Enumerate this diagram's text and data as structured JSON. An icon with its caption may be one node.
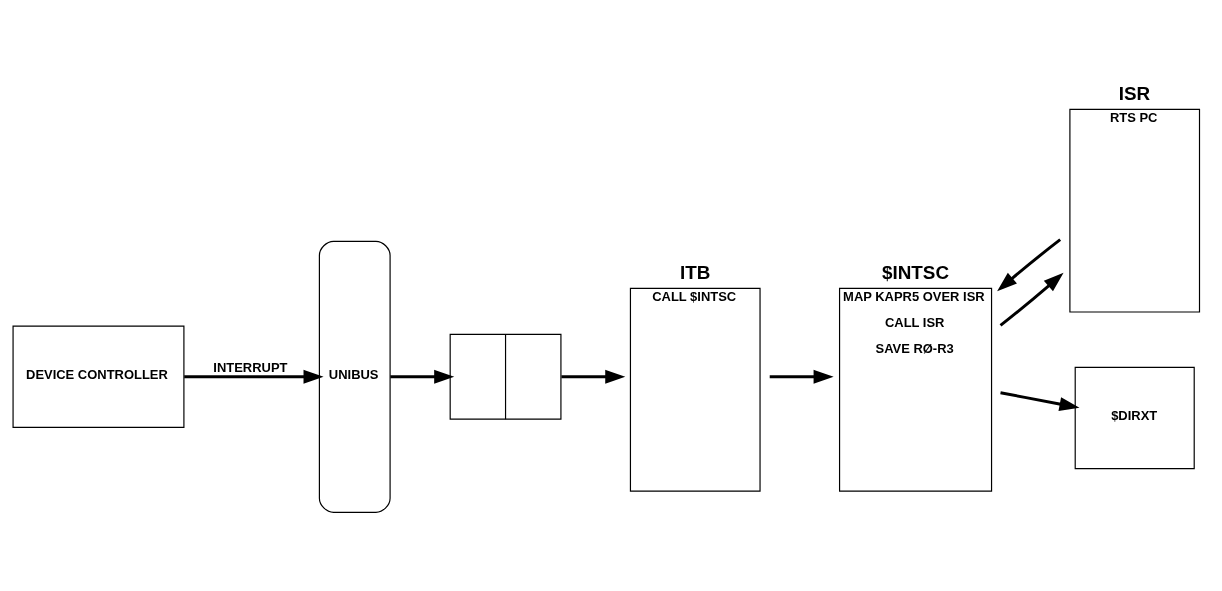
{
  "diagram": {
    "nodes": [
      {
        "text": [
          "DEVICE CONTROLLER"
        ]
      },
      {
        "text": [
          "UNIBUS"
        ]
      },
      {
        "text": [],
        "shape": "box"
      },
      {
        "text": [
          "ITB",
          "CALL $INTSC"
        ]
      },
      {
        "text": [
          "$INTSC",
          "MAP KAPR5 OVER ISR",
          "CALL ISR",
          "SAVE RØ-R3"
        ]
      },
      {
        "text": [
          "ISR",
          "RTS PC"
        ]
      },
      {
        "text": [
          "$DIRXT"
        ]
      }
    ],
    "edges": [
      {
        "from": 0,
        "to": 1,
        "arrow": "to",
        "label": "INTERRUPT"
      },
      {
        "from": 1,
        "to": 2,
        "arrow": "to"
      },
      {
        "from": 2,
        "to": 3,
        "arrow": "to"
      },
      {
        "from": 3,
        "to": 4,
        "arrow": "to"
      },
      {
        "from": 4,
        "to": 5,
        "arrow": "to"
      },
      {
        "from": 5,
        "to": 4,
        "arrow": "to"
      },
      {
        "from": 4,
        "to": 6,
        "arrow": "to"
      }
    ]
  }
}
